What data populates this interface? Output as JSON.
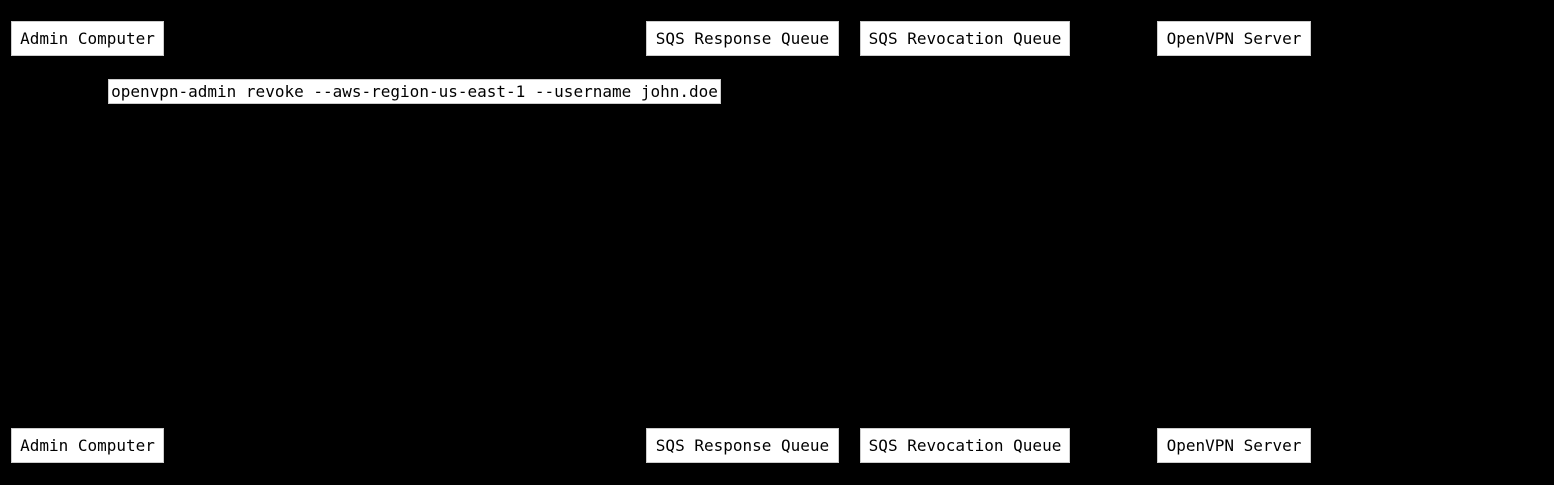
{
  "diagram": {
    "type": "sequence-diagram",
    "colors": {
      "background": "#000000",
      "node_fill": "#ffffff",
      "node_border": "#cccccc",
      "node_text": "#000000"
    },
    "participants": [
      "Admin Computer",
      "SQS Response Queue",
      "SQS Revocation Queue",
      "OpenVPN Server"
    ],
    "messages": [
      {
        "label": "openvpn-admin revoke --aws-region-us-east-1 --username john.doe"
      }
    ]
  }
}
